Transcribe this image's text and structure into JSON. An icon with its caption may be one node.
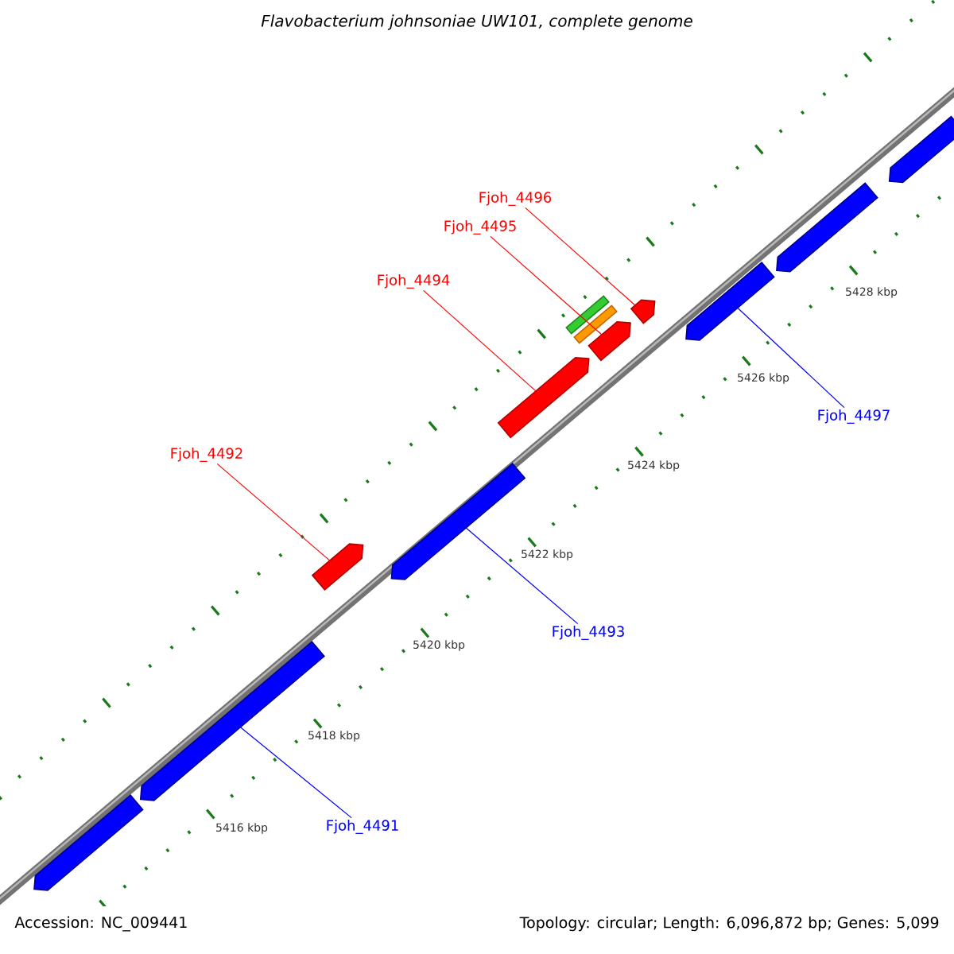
{
  "diagram": {
    "title": "Flavobacterium johnsoniae UW101, complete genome",
    "nodes": [
      {
        "text": [
          "Fjoh_4496"
        ]
      },
      {
        "text": [
          "Fjoh_4495"
        ]
      },
      {
        "text": [
          "Fjoh_4494"
        ]
      },
      {
        "text": [
          "Fjoh_4497"
        ]
      },
      {
        "text": [
          "Fjoh_4492"
        ]
      },
      {
        "text": [
          "Fjoh_4493"
        ]
      },
      {
        "text": [
          "Fjoh_4491"
        ]
      },
      {
        "text": [],
        "shape": "bar"
      },
      {
        "text": [],
        "shape": "bar"
      },
      {
        "text": [],
        "shape": "bar"
      },
      {
        "text": [],
        "shape": "bar"
      },
      {
        "text": [],
        "shape": "bar"
      },
      {
        "text": [],
        "shape": "bar"
      },
      {
        "text": [],
        "shape": "bar"
      },
      {
        "text": [],
        "shape": "bar"
      },
      {
        "text": [],
        "shape": "bar"
      },
      {
        "text": [],
        "shape": "bar"
      },
      {
        "text": [],
        "shape": "bar"
      },
      {
        "text": [],
        "shape": "bar"
      }
    ],
    "edges": [
      {
        "from": 0,
        "to": 15,
        "arrow": "none"
      },
      {
        "from": 1,
        "to": 14,
        "arrow": "none"
      },
      {
        "from": 2,
        "to": 11,
        "arrow": "none"
      },
      {
        "from": 3,
        "to": 16,
        "arrow": "none",
        "color": "#0000ff"
      },
      {
        "from": 4,
        "to": 9,
        "arrow": "none"
      },
      {
        "from": 5,
        "to": 10,
        "arrow": "none",
        "color": "#0000ff"
      },
      {
        "from": 6,
        "to": 8,
        "arrow": "none",
        "color": "#0000ff"
      }
    ],
    "labels": [
      "5428 kbp",
      "5426 kbp",
      "5424 kbp",
      "5422 kbp",
      "5420 kbp",
      "5418 kbp",
      "5416 kbp",
      "Accession: NC_009441",
      "Topology: circular; Length: 6,096,872 bp; Genes: 5,099"
    ]
  }
}
